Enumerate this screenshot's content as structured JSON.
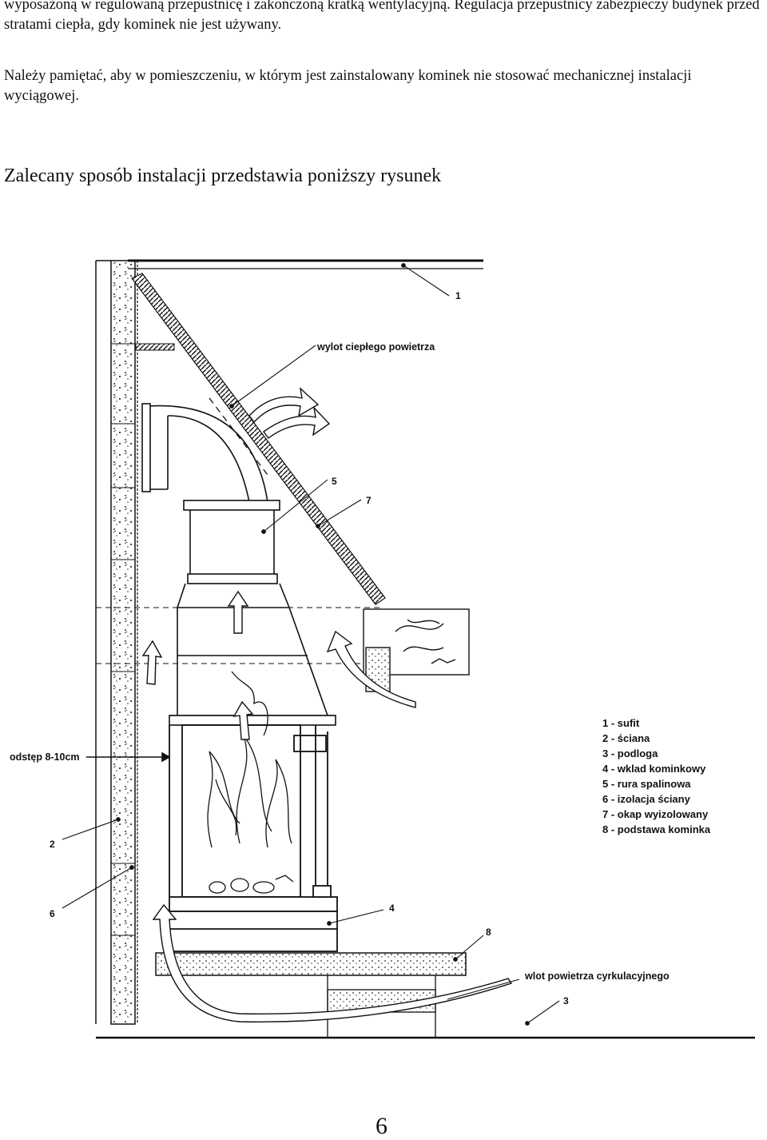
{
  "text": {
    "paragraph_1": "wyposażoną w regulowaną przepustnicę i zakończoną kratką wentylacyjną. Regulacja przepustnicy zabezpieczy budynek przed stratami ciepła, gdy kominek nie jest używany.",
    "paragraph_2": "Należy pamiętać, aby w pomieszczeniu, w którym jest zainstalowany kominek nie stosować mechanicznej instalacji wyciągowej.",
    "heading": "Zalecany sposób instalacji przedstawia poniższy rysunek",
    "page_number": "6"
  },
  "diagram": {
    "labels": {
      "warm_air_outlet": "wylot ciepłego powietrza",
      "spacing": "odstęp 8-10cm",
      "circulation_inlet": "wlot powietrza cyrkulacyjnego"
    },
    "callouts": [
      "1",
      "2",
      "3",
      "4",
      "5",
      "6",
      "7",
      "8"
    ],
    "legend": [
      "1 - sufit",
      "2 - ściana",
      "3 - podloga",
      "4 - wklad kominkowy",
      "5 - rura spalinowa",
      "6 - izolacja ściany",
      "7 - okap wyizolowany",
      "8 - podstawa kominka"
    ]
  }
}
